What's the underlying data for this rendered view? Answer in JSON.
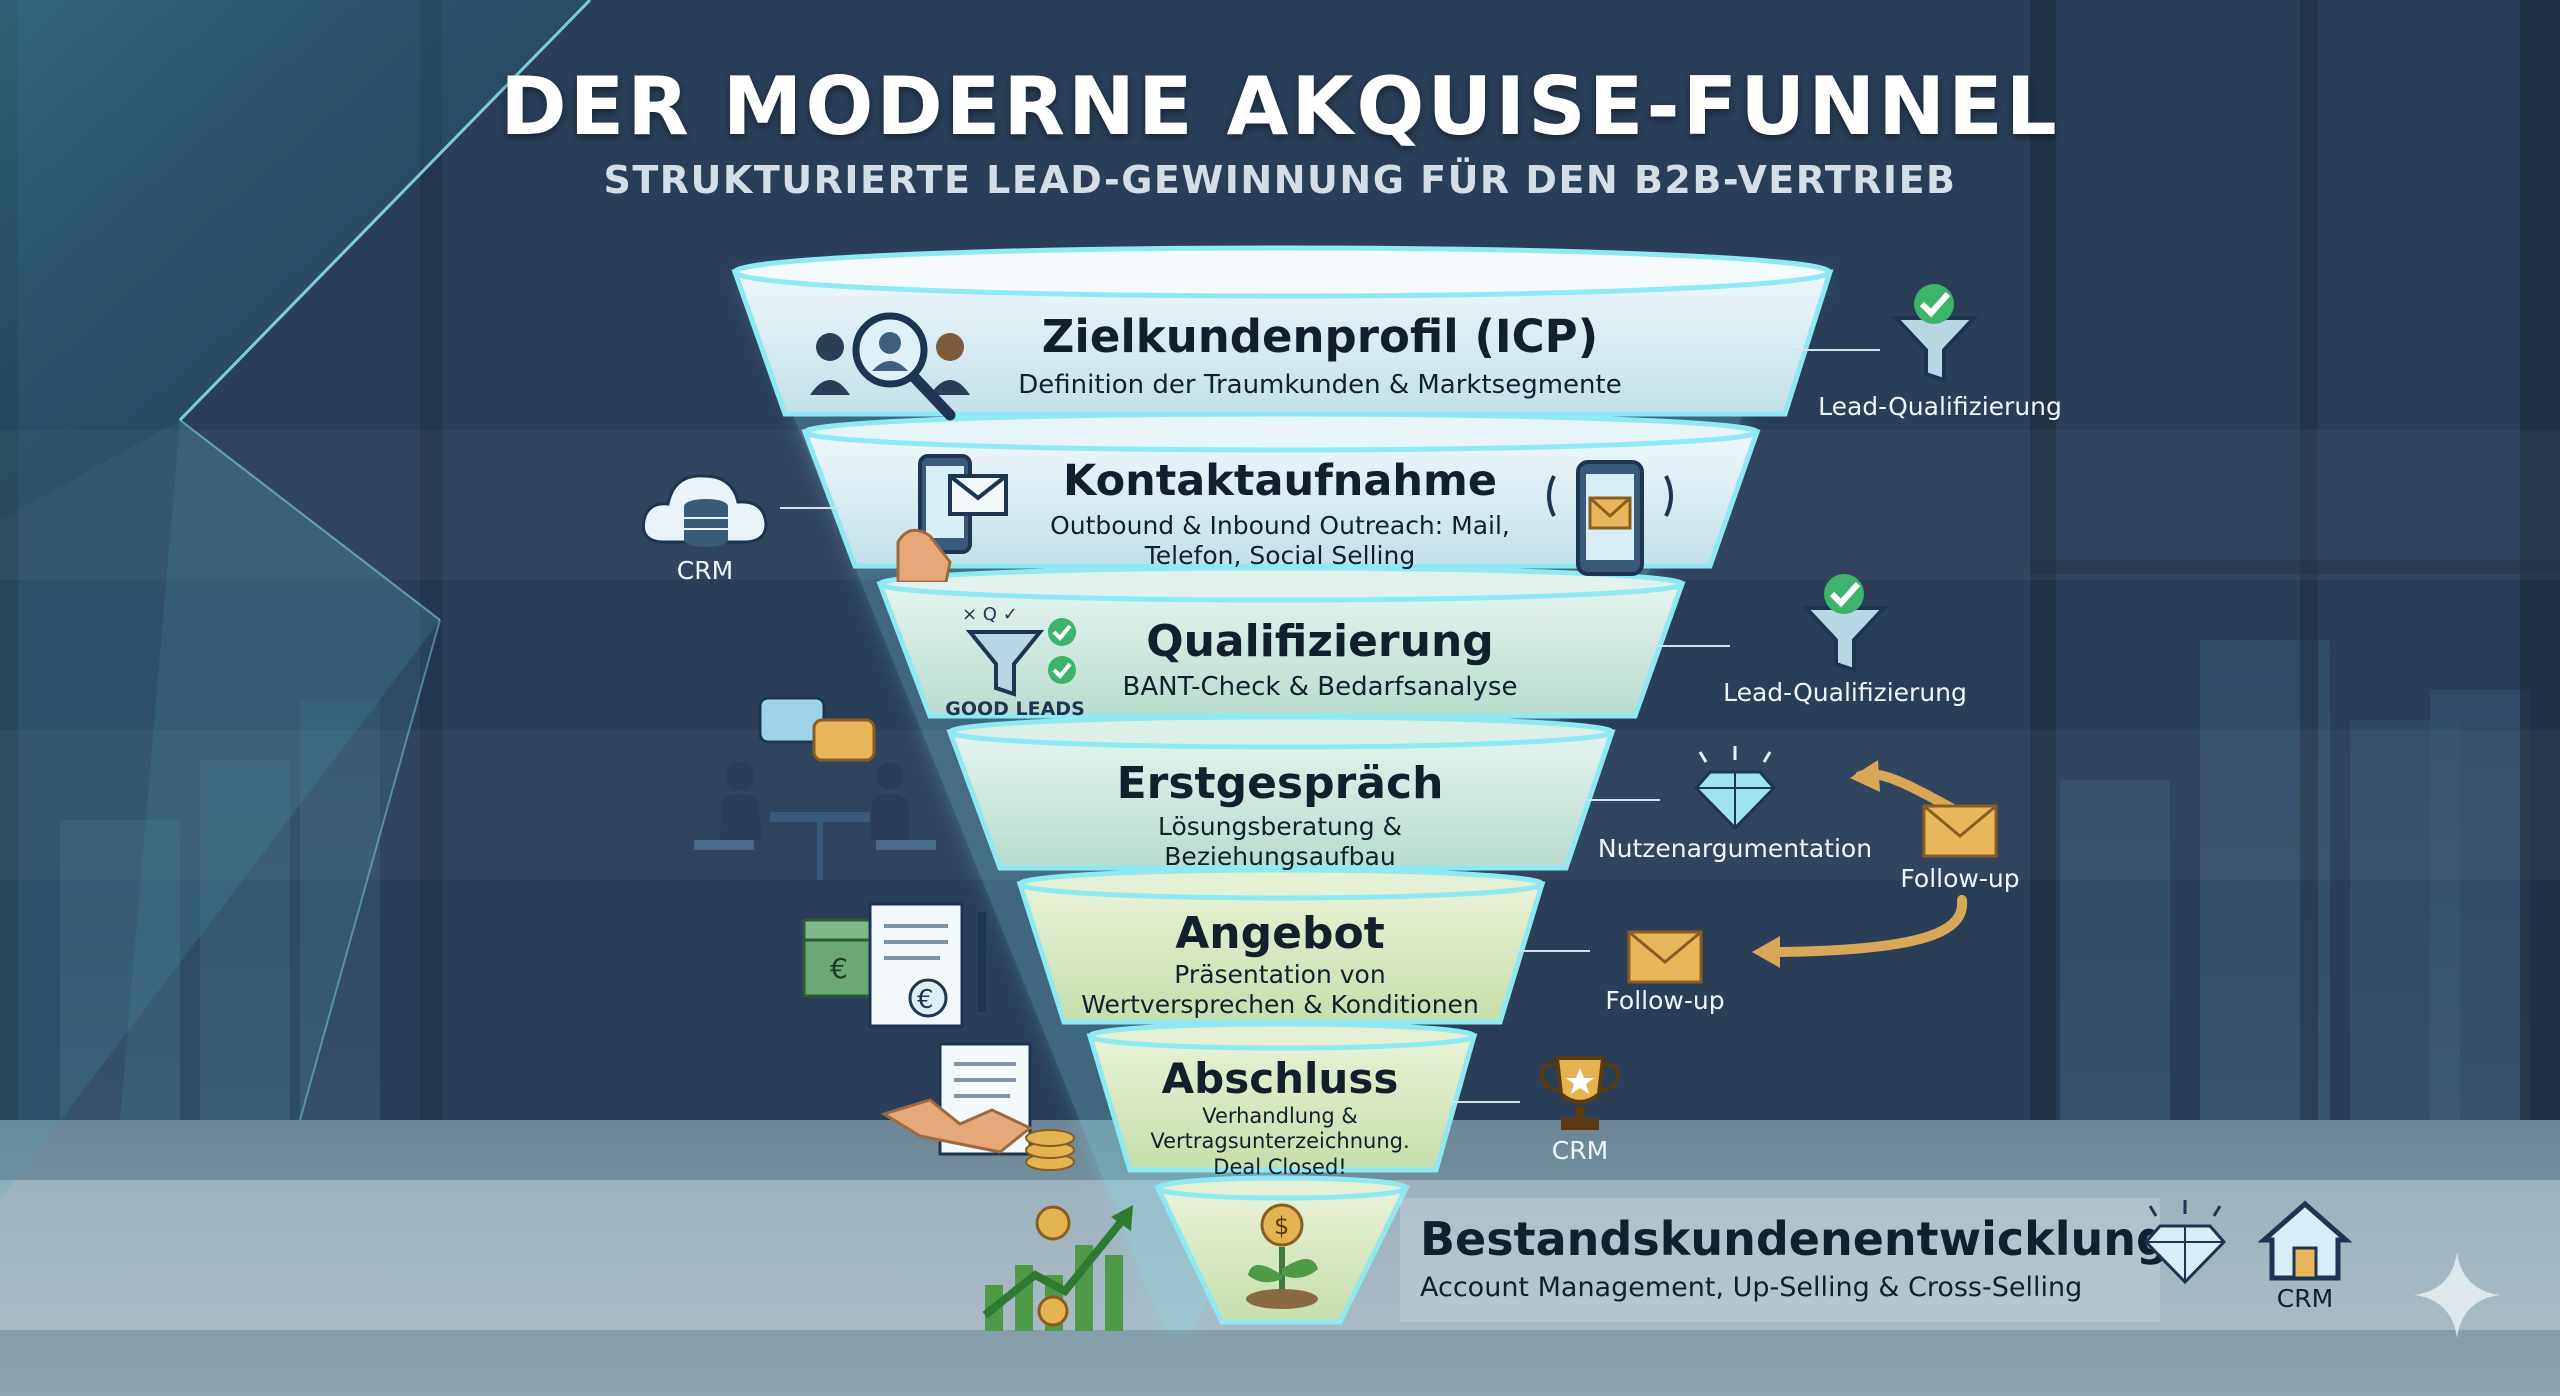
{
  "header": {
    "title": "DER MODERNE AKQUISE-FUNNEL",
    "subtitle": "STRUKTURIERTE LEAD-GEWINNUNG FÜR DEN B2B-VERTRIEB"
  },
  "funnel": {
    "stages": [
      {
        "title": "Zielkundenprofil (ICP)",
        "desc1": "Definition der Traumkunden & Marktsegmente"
      },
      {
        "title": "Kontaktaufnahme",
        "desc1": "Outbound & Inbound Outreach: Mail,",
        "desc2": "Telefon, Social Selling"
      },
      {
        "title": "Qualifizierung",
        "desc1": "BANT-Check & Bedarfsanalyse",
        "badge": "GOOD LEADS"
      },
      {
        "title": "Erstgespräch",
        "desc1": "Lösungsberatung &",
        "desc2": "Beziehungsaufbau"
      },
      {
        "title": "Angebot",
        "desc1": "Präsentation von",
        "desc2": "Wertversprechen & Konditionen"
      },
      {
        "title": "Abschluss",
        "desc1": "Verhandlung &",
        "desc2": "Vertragsunterzeichnung.",
        "desc3": "Deal Closed!"
      }
    ],
    "bottom": {
      "title": "Bestandskundenentwicklung",
      "desc1": "Account Management, Up-Selling & Cross-Selling"
    }
  },
  "side_labels": {
    "lead_qual_1": "Lead-Qualifizierung",
    "crm_left": "CRM",
    "lead_qual_2": "Lead-Qualifizierung",
    "nutzen": "Nutzenargumentation",
    "followup_right": "Follow-up",
    "followup_left": "Follow-up",
    "crm_trophy": "CRM",
    "crm_house": "CRM"
  },
  "icons": {
    "euro": "€",
    "dollar": "$",
    "search_persons": "search-persons-icon",
    "funnel_check": "funnel-check-icon",
    "cloud_db": "cloud-database-icon",
    "phone_mail": "phone-mail-icon",
    "diamond": "diamond-icon",
    "envelope": "envelope-icon",
    "trophy": "trophy-icon",
    "house": "house-icon",
    "handshake": "handshake-icon",
    "growth": "growth-chart-icon",
    "plant": "plant-coin-icon",
    "sparkle": "sparkle-icon"
  },
  "colors": {
    "accent": "#7fe7f0",
    "gold": "#d9a758",
    "check": "#3db36b"
  }
}
